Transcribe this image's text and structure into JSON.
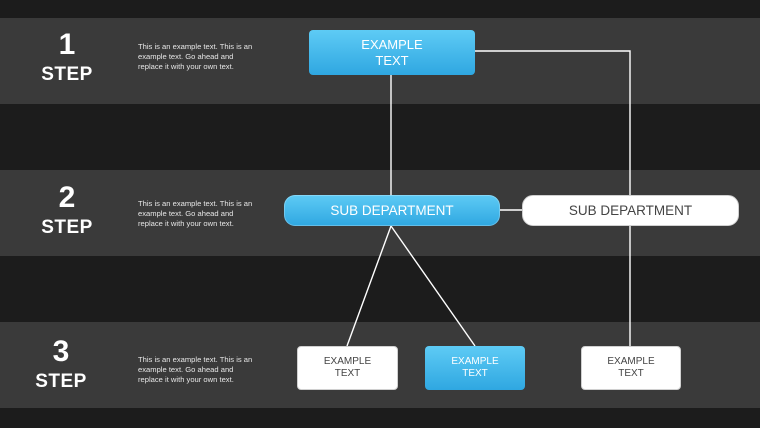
{
  "steps": [
    {
      "number": "1",
      "word": "STEP",
      "description": "This is an example text. This is an example text. Go ahead and replace it with your own text."
    },
    {
      "number": "2",
      "word": "STEP",
      "description": "This is an example text. This is an example text. Go ahead and replace it with your own text."
    },
    {
      "number": "3",
      "word": "STEP",
      "description": "This is an example text. This is an example text. Go ahead and replace it with your own text."
    }
  ],
  "chart": {
    "top_box": {
      "line1": "EXAMPLE",
      "line2": "TEXT"
    },
    "sub_departments": [
      {
        "label": "SUB DEPARTMENT",
        "style": "blue"
      },
      {
        "label": "SUB DEPARTMENT",
        "style": "white"
      }
    ],
    "leaves": [
      {
        "line1": "EXAMPLE",
        "line2": "TEXT",
        "style": "white"
      },
      {
        "line1": "EXAMPLE",
        "line2": "TEXT",
        "style": "blue"
      },
      {
        "line1": "EXAMPLE",
        "line2": "TEXT",
        "style": "white"
      }
    ]
  },
  "colors": {
    "background": "#1c1c1c",
    "band": "#3a3a3a",
    "accent_blue": "#3bb4e8",
    "connector": "#ffffff"
  }
}
